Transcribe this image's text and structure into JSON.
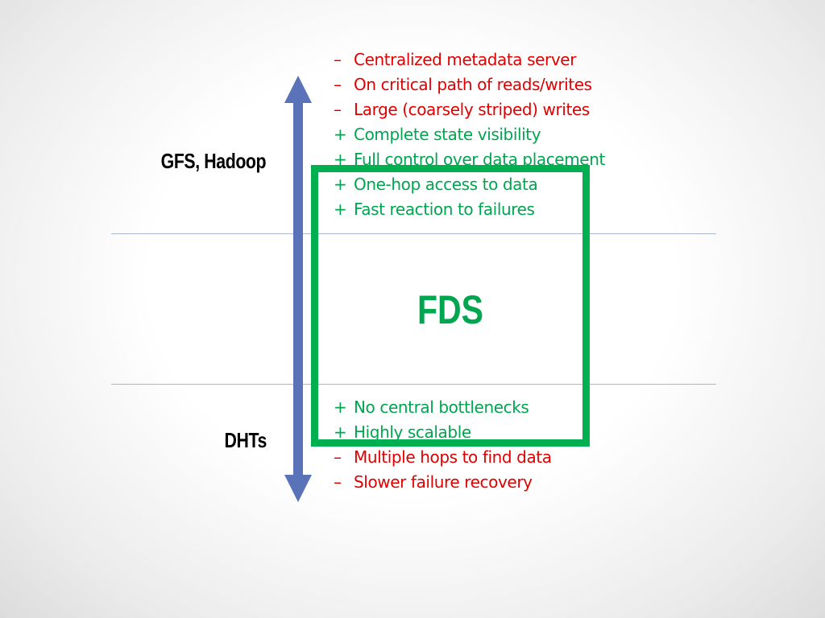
{
  "labels": {
    "top": "GFS, Hadoop",
    "bottom": "DHTs",
    "center": "FDS"
  },
  "top_list": [
    {
      "symbol": "–",
      "text": "Centralized metadata server",
      "kind": "con"
    },
    {
      "symbol": "–",
      "text": "On critical path of reads/writes",
      "kind": "con"
    },
    {
      "symbol": "–",
      "text": "Large (coarsely striped) writes",
      "kind": "con"
    },
    {
      "symbol": "+",
      "text": "Complete state visibility",
      "kind": "pro"
    },
    {
      "symbol": "+",
      "text": "Full control over data placement",
      "kind": "pro"
    },
    {
      "symbol": "+",
      "text": "One-hop access to data",
      "kind": "pro"
    },
    {
      "symbol": "+",
      "text": "Fast reaction to failures",
      "kind": "pro"
    }
  ],
  "bottom_list": [
    {
      "symbol": "+",
      "text": "No central bottlenecks",
      "kind": "pro"
    },
    {
      "symbol": "+",
      "text": "Highly scalable",
      "kind": "pro"
    },
    {
      "symbol": "–",
      "text": "Multiple hops to find data",
      "kind": "con"
    },
    {
      "symbol": "–",
      "text": "Slower failure recovery",
      "kind": "con"
    }
  ],
  "colors": {
    "con": "#e00000",
    "pro": "#00a550",
    "box": "#00b050",
    "arrow": "#5a72b8",
    "divider": "#a9b6d4"
  },
  "icons": {
    "axis": "double-headed-vertical-arrow"
  }
}
